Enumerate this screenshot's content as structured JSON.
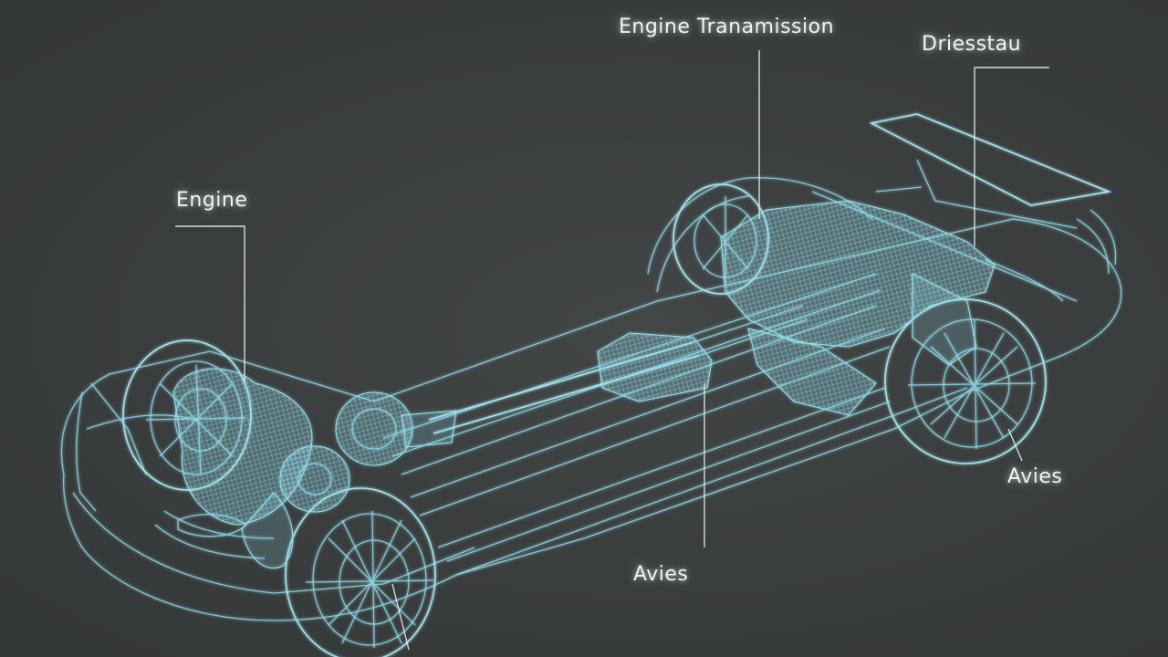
{
  "labels": {
    "engine": "Engine",
    "engine_transmission": "Engine Tranamission",
    "driveshaft": "Driesstau",
    "axles_rear": "Avies",
    "axles_center": "Avies"
  },
  "colors": {
    "background": "#3a3d3d",
    "wireframe": "#8fd6e6",
    "label_text": "#f2f4f2",
    "leader_line": "#e6ecea"
  }
}
